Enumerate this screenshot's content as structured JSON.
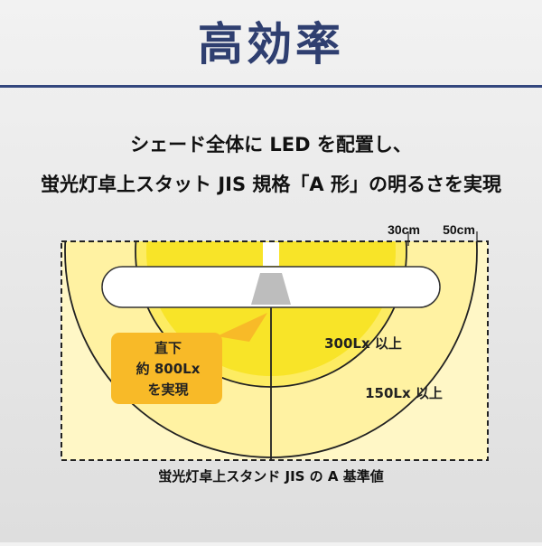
{
  "title": "高効率",
  "headline": {
    "line1": "シェード全体に LED を配置し、",
    "line2": "蛍光灯卓上スタット JIS 規格「A 形」の明るさを実現"
  },
  "diagram": {
    "distance_labels": {
      "inner": "30cm",
      "outer": "50cm"
    },
    "callout": {
      "line1": "直下",
      "line2": "約 800Lx",
      "line3": "を実現"
    },
    "zone_labels": {
      "inner": "300Lx 以上",
      "outer": "150Lx 以上"
    },
    "caption": "蛍光灯卓上スタンド JIS の A 基準値",
    "colors": {
      "zone_outer": "#fff2a2",
      "zone_inner": "#fdec62",
      "zone_center": "#f8e428",
      "callout": "#f8ba28",
      "lamp_body": "#ffffff",
      "lamp_shade": "#bdbdbd",
      "title": "#2f3f70",
      "rule": "#34477e"
    }
  }
}
